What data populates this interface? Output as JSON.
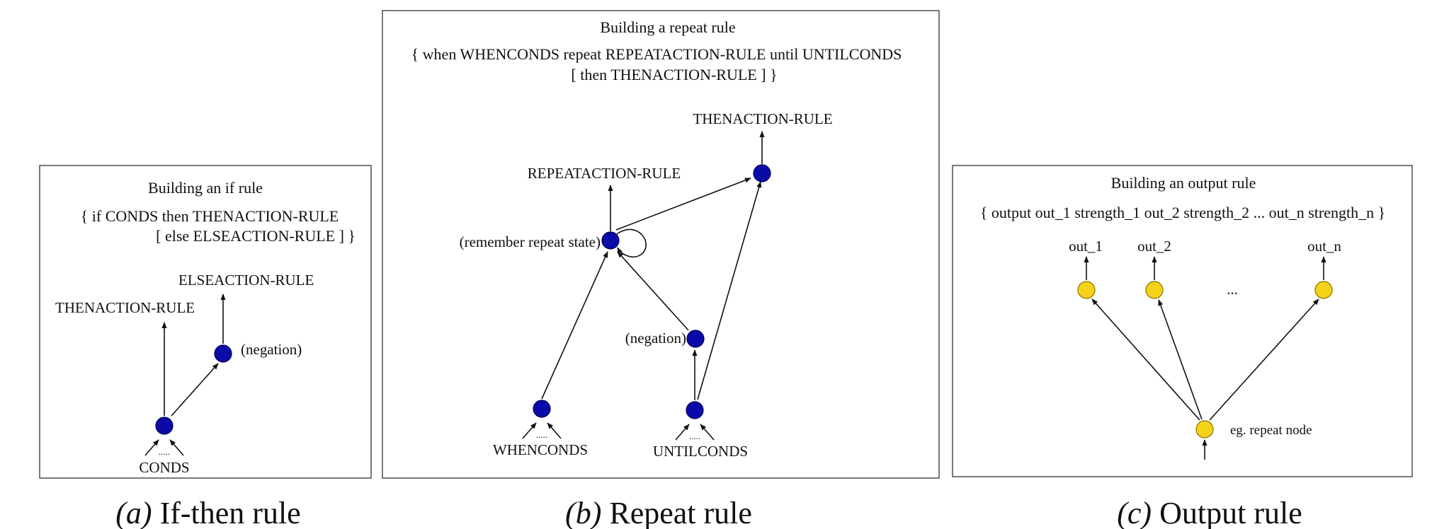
{
  "panel_a": {
    "title": "Building an if rule",
    "syntax_line1": "{ if CONDS then THENACTION-RULE",
    "syntax_line2": "[ else ELSEACTION-RULE ] }",
    "then_label": "THENACTION-RULE",
    "else_label": "ELSEACTION-RULE",
    "negation_label": "(negation)",
    "dots": ".....",
    "conds_label": "CONDS",
    "caption_letter": "(a)",
    "caption_text": " If-then rule",
    "node_color": "#0a0aa8"
  },
  "panel_b": {
    "title": "Building a repeat rule",
    "syntax_line1": "{ when WHENCONDS repeat REPEATACTION-RULE until UNTILCONDS",
    "syntax_line2": "[ then THENACTION-RULE ] }",
    "thenaction_label": "THENACTION-RULE",
    "repeataction_label": "REPEATACTION-RULE",
    "remember_label": "(remember repeat state)",
    "negation_label": "(negation)",
    "dots_when": ".....",
    "dots_until": ".....",
    "whenconds_label": "WHENCONDS",
    "untilconds_label": "UNTILCONDS",
    "caption_letter": "(b)",
    "caption_text": " Repeat rule",
    "node_color": "#0a0aa8"
  },
  "panel_c": {
    "title": "Building an output rule",
    "syntax_line": "{ output out_1 strength_1 out_2 strength_2 ... out_n strength_n }",
    "out1_label": "out_1",
    "out2_label": "out_2",
    "outn_label": "out_n",
    "ellipsis": "...",
    "repeat_node_label": "eg. repeat node",
    "caption_letter": "(c)",
    "caption_text": " Output rule",
    "node_color": "#f5d21a"
  }
}
